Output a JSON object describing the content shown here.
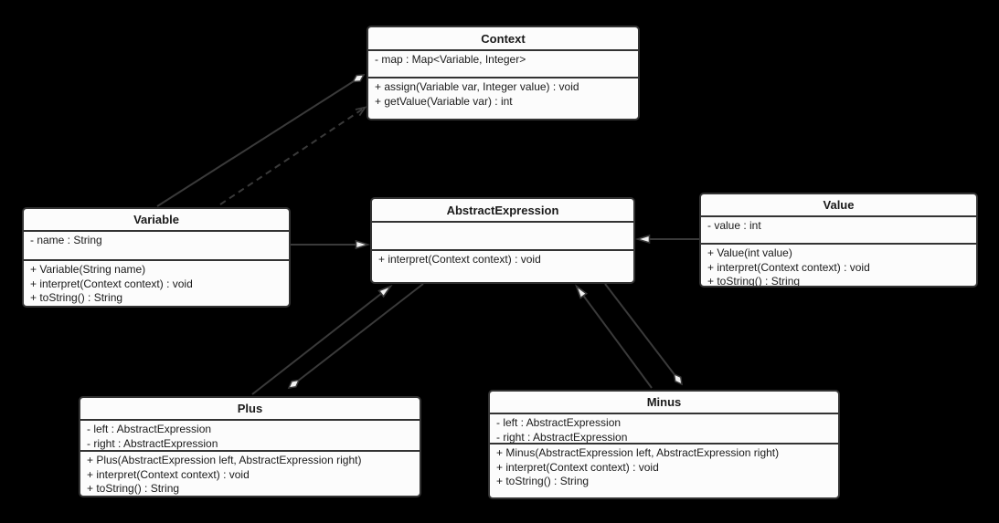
{
  "diagram": {
    "background_color": "#000000",
    "box_fill_color": "#fcfcfc",
    "box_border_color": "#333333",
    "connector_color": "#3a3a3a",
    "classes": {
      "context": {
        "title": "Context",
        "attributes": [
          "- map : Map<Variable, Integer>"
        ],
        "methods": [
          "+ assign(Variable var, Integer value) : void",
          "+ getValue(Variable var) : int"
        ]
      },
      "variable": {
        "title": "Variable",
        "attributes": [
          "- name : String"
        ],
        "methods": [
          "+ Variable(String name)",
          "+ interpret(Context context) : void",
          "+ toString() : String"
        ]
      },
      "abstract_expression": {
        "title": "AbstractExpression",
        "attributes": [],
        "methods": [
          "+ interpret(Context context) : void"
        ]
      },
      "value": {
        "title": "Value",
        "attributes": [
          "- value : int"
        ],
        "methods": [
          "+ Value(int value)",
          "+ interpret(Context context) : void",
          "+ toString() : String"
        ]
      },
      "plus": {
        "title": "Plus",
        "attributes": [
          "- left : AbstractExpression",
          "- right : AbstractExpression"
        ],
        "methods": [
          "+ Plus(AbstractExpression left, AbstractExpression right)",
          "+ interpret(Context context) : void",
          "+ toString() : String"
        ]
      },
      "minus": {
        "title": "Minus",
        "attributes": [
          "- left : AbstractExpression",
          "- right : AbstractExpression"
        ],
        "methods": [
          "+ Minus(AbstractExpression left, AbstractExpression right)",
          "+ interpret(Context context) : void",
          "+ toString() : String"
        ]
      }
    },
    "relationships": [
      {
        "from": "Variable",
        "to": "Context",
        "type": "aggregation",
        "line": "solid",
        "marker": "hollow-diamond-at-Context"
      },
      {
        "from": "Variable",
        "to": "Context",
        "type": "dependency",
        "line": "dashed",
        "marker": "open-arrow-at-Context"
      },
      {
        "from": "Variable",
        "to": "AbstractExpression",
        "type": "generalization",
        "line": "solid",
        "marker": "hollow-triangle-at-AbstractExpression"
      },
      {
        "from": "Value",
        "to": "AbstractExpression",
        "type": "generalization",
        "line": "solid",
        "marker": "hollow-triangle-at-AbstractExpression"
      },
      {
        "from": "Plus",
        "to": "AbstractExpression",
        "type": "generalization",
        "line": "solid",
        "marker": "hollow-triangle-at-AbstractExpression"
      },
      {
        "from": "Plus",
        "to": "AbstractExpression",
        "type": "aggregation",
        "line": "solid",
        "marker": "hollow-diamond-at-Plus"
      },
      {
        "from": "Minus",
        "to": "AbstractExpression",
        "type": "generalization",
        "line": "solid",
        "marker": "hollow-triangle-at-AbstractExpression"
      },
      {
        "from": "Minus",
        "to": "AbstractExpression",
        "type": "aggregation",
        "line": "solid",
        "marker": "hollow-diamond-at-Minus"
      }
    ]
  }
}
